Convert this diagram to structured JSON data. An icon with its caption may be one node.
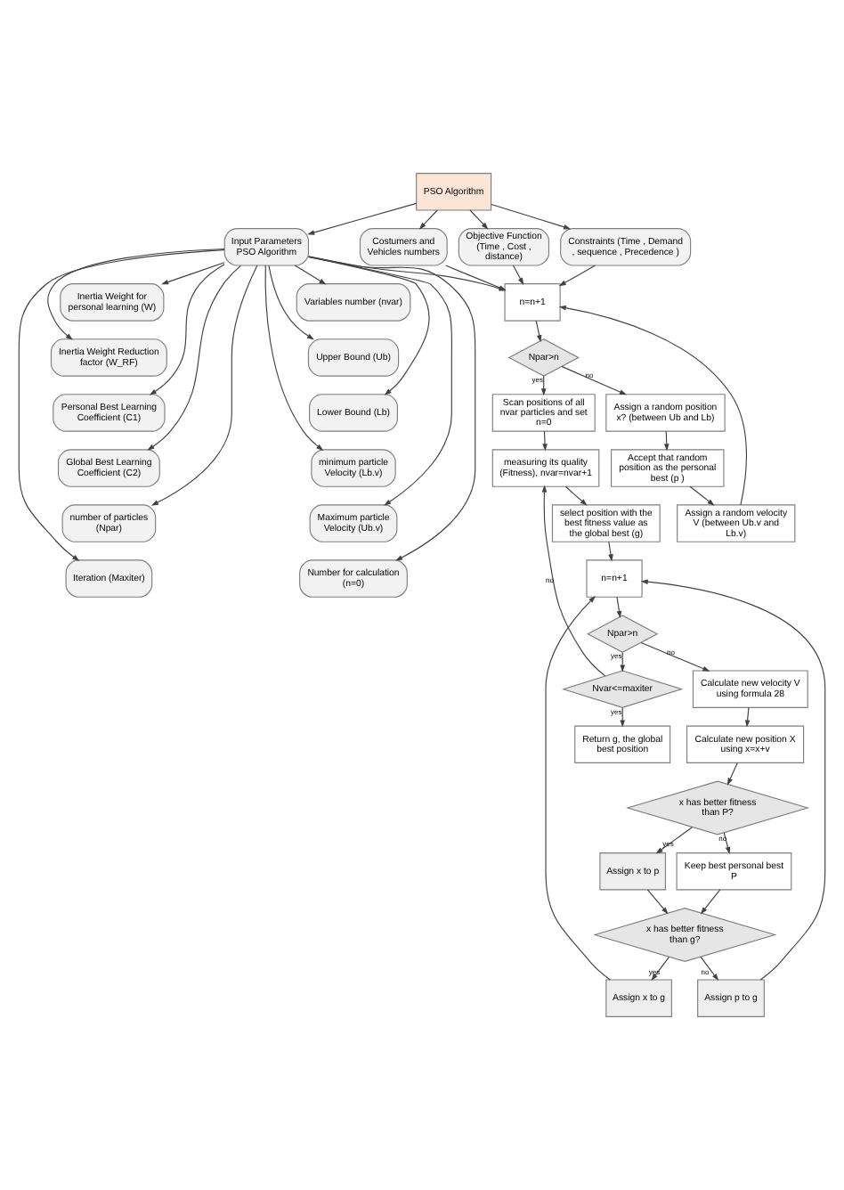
{
  "diagram": {
    "nodes": [
      {
        "text": [
          "PSO Algorithm"
        ]
      },
      {
        "text": [
          "Input Parameters PSO Algorithm"
        ]
      },
      {
        "text": [
          "Costumers and Vehicles numbers"
        ]
      },
      {
        "text": [
          "Objective Function (Time , Cost , distance)"
        ]
      },
      {
        "text": [
          "Constraints (Time , Demand , sequence , Precedence )"
        ]
      },
      {
        "text": [
          "Inertia Weight for personal learning (W)"
        ]
      },
      {
        "text": [
          "Inertia Weight Reduction factor (W_RF)"
        ]
      },
      {
        "text": [
          "Personal Best Learning Coefficient (C1)"
        ]
      },
      {
        "text": [
          "Global Best Learning Coefficient (C2)"
        ]
      },
      {
        "text": [
          "number of particles (Npar)"
        ]
      },
      {
        "text": [
          "Iteration (Maxiter)"
        ]
      },
      {
        "text": [
          "Variables number (nvar)"
        ]
      },
      {
        "text": [
          "Upper Bound (Ub)"
        ]
      },
      {
        "text": [
          "Lower Bound (Lb)"
        ]
      },
      {
        "text": [
          "minimum particle Velocity (Lb.v)"
        ]
      },
      {
        "text": [
          "Maximum particle Velocity (Ub.v)"
        ]
      },
      {
        "text": [
          "Number for calculation (n=0)"
        ]
      },
      {
        "text": [
          "n=n+1"
        ]
      },
      {
        "text": [
          "Npar>n"
        ]
      },
      {
        "text": [
          "Assign a random position x? (between Ub and Lb)"
        ]
      },
      {
        "text": [
          "Accept that random position as the personal best (p )"
        ]
      },
      {
        "text": [
          "Assign a random velocity V (between Ub.v and Lb.v)"
        ]
      },
      {
        "text": [
          "Scan positions of all nvar particles and set n=0"
        ]
      },
      {
        "text": [
          "measuring its quality (Fitness), nvar=nvar+1"
        ]
      },
      {
        "text": [
          "select position with the best fitness value as the global best (g)"
        ]
      },
      {
        "text": [
          "n=n+1"
        ]
      },
      {
        "text": [
          "Npar>n"
        ]
      },
      {
        "text": [
          "Calculate new velocity V using formula 28"
        ]
      },
      {
        "text": [
          "Calculate new position X using x=x+v"
        ]
      },
      {
        "text": [
          "x has better fitness than P?"
        ]
      },
      {
        "text": [
          "Keep best personal best P"
        ]
      },
      {
        "text": [
          "Assign x to p"
        ]
      },
      {
        "text": [
          "x has better fitness than g?"
        ]
      },
      {
        "text": [
          "Assign p to g"
        ]
      },
      {
        "text": [
          "Assign x to g"
        ]
      },
      {
        "text": [
          "Nvar<=maxiter"
        ]
      },
      {
        "text": [
          "Return g, the global best position"
        ]
      }
    ],
    "edges": [
      {
        "from": 0,
        "to": 1,
        "arrow": "to"
      },
      {
        "from": 0,
        "to": 2,
        "arrow": "to"
      },
      {
        "from": 0,
        "to": 3,
        "arrow": "to"
      },
      {
        "from": 0,
        "to": 4,
        "arrow": "to"
      },
      {
        "from": 1,
        "to": 5,
        "arrow": "to"
      },
      {
        "from": 1,
        "to": 6,
        "arrow": "to"
      },
      {
        "from": 1,
        "to": 7,
        "arrow": "to"
      },
      {
        "from": 1,
        "to": 8,
        "arrow": "to"
      },
      {
        "from": 1,
        "to": 9,
        "arrow": "to"
      },
      {
        "from": 1,
        "to": 10,
        "arrow": "to"
      },
      {
        "from": 1,
        "to": 11,
        "arrow": "to"
      },
      {
        "from": 1,
        "to": 12,
        "arrow": "to"
      },
      {
        "from": 1,
        "to": 13,
        "arrow": "to"
      },
      {
        "from": 1,
        "to": 14,
        "arrow": "to"
      },
      {
        "from": 1,
        "to": 15,
        "arrow": "to"
      },
      {
        "from": 1,
        "to": 16,
        "arrow": "to"
      },
      {
        "from": 1,
        "to": 17,
        "arrow": "to"
      },
      {
        "from": 2,
        "to": 17,
        "arrow": "to"
      },
      {
        "from": 3,
        "to": 17,
        "arrow": "to"
      },
      {
        "from": 4,
        "to": 17,
        "arrow": "to"
      },
      {
        "from": 17,
        "to": 18,
        "arrow": "to"
      },
      {
        "from": 18,
        "to": 19,
        "arrow": "to",
        "label": "no"
      },
      {
        "from": 19,
        "to": 20,
        "arrow": "to"
      },
      {
        "from": 20,
        "to": 21,
        "arrow": "to"
      },
      {
        "from": 21,
        "to": 17,
        "arrow": "to"
      },
      {
        "from": 18,
        "to": 22,
        "arrow": "to",
        "label": "yes"
      },
      {
        "from": 22,
        "to": 23,
        "arrow": "to"
      },
      {
        "from": 23,
        "to": 24,
        "arrow": "to"
      },
      {
        "from": 24,
        "to": 25,
        "arrow": "to"
      },
      {
        "from": 25,
        "to": 26,
        "arrow": "to"
      },
      {
        "from": 26,
        "to": 27,
        "arrow": "to",
        "label": "no"
      },
      {
        "from": 27,
        "to": 28,
        "arrow": "to"
      },
      {
        "from": 28,
        "to": 29,
        "arrow": "to"
      },
      {
        "from": 29,
        "to": 30,
        "arrow": "to",
        "label": "no"
      },
      {
        "from": 29,
        "to": 31,
        "arrow": "to",
        "label": "yes"
      },
      {
        "from": 31,
        "to": 32,
        "arrow": "to"
      },
      {
        "from": 30,
        "to": 32,
        "arrow": "to"
      },
      {
        "from": 32,
        "to": 33,
        "arrow": "to",
        "label": "no"
      },
      {
        "from": 32,
        "to": 34,
        "arrow": "to",
        "label": "yes"
      },
      {
        "from": 33,
        "to": 25,
        "arrow": "to"
      },
      {
        "from": 34,
        "to": 25,
        "arrow": "to"
      },
      {
        "from": 26,
        "to": 35,
        "arrow": "to",
        "label": "yes"
      },
      {
        "from": 35,
        "to": 23,
        "arrow": "to",
        "label": "no"
      },
      {
        "from": 35,
        "to": 36,
        "arrow": "to",
        "label": "yes"
      }
    ]
  }
}
